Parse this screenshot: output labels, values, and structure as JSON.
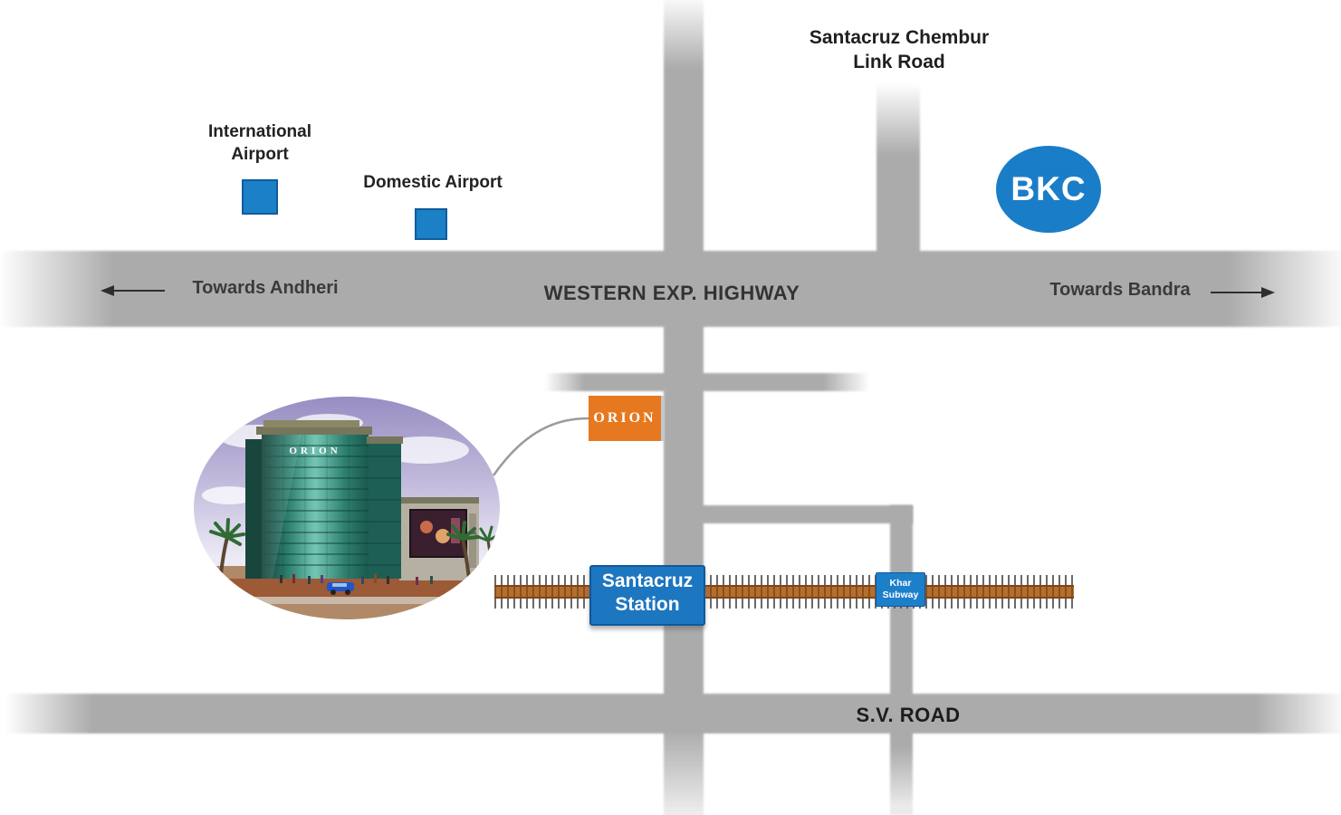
{
  "colors": {
    "road_gray": "#ababab",
    "marker_blue": "#1a7dc8",
    "sign_blue": "#1d76c0",
    "orion_orange": "#e6791f",
    "rail_brown": "#b46f2e",
    "arrow_dark": "#2e2e2e"
  },
  "icons": {
    "left_arrow": "◄",
    "right_arrow": "►",
    "airport_marker": "blue square",
    "bkc_marker": "blue circle"
  },
  "landmarks": {
    "link_road": {
      "line1": "Santacruz Chembur",
      "line2": "Link Road"
    },
    "international_airport": {
      "line1": "International",
      "line2": "Airport"
    },
    "domestic_airport": {
      "label": "Domestic Airport"
    },
    "bkc": {
      "label": "BKC"
    }
  },
  "highway": {
    "towards_andheri": "Towards Andheri",
    "name": "WESTERN EXP. HIGHWAY",
    "towards_bandra": "Towards Bandra"
  },
  "railway": {
    "station": {
      "line1": "Santacruz",
      "line2": "Station"
    },
    "subway": {
      "line1": "Khar",
      "line2": "Subway"
    }
  },
  "project": {
    "callout": "ORION",
    "facade": "ORION"
  },
  "sv_road": {
    "name": "S.V. ROAD"
  }
}
